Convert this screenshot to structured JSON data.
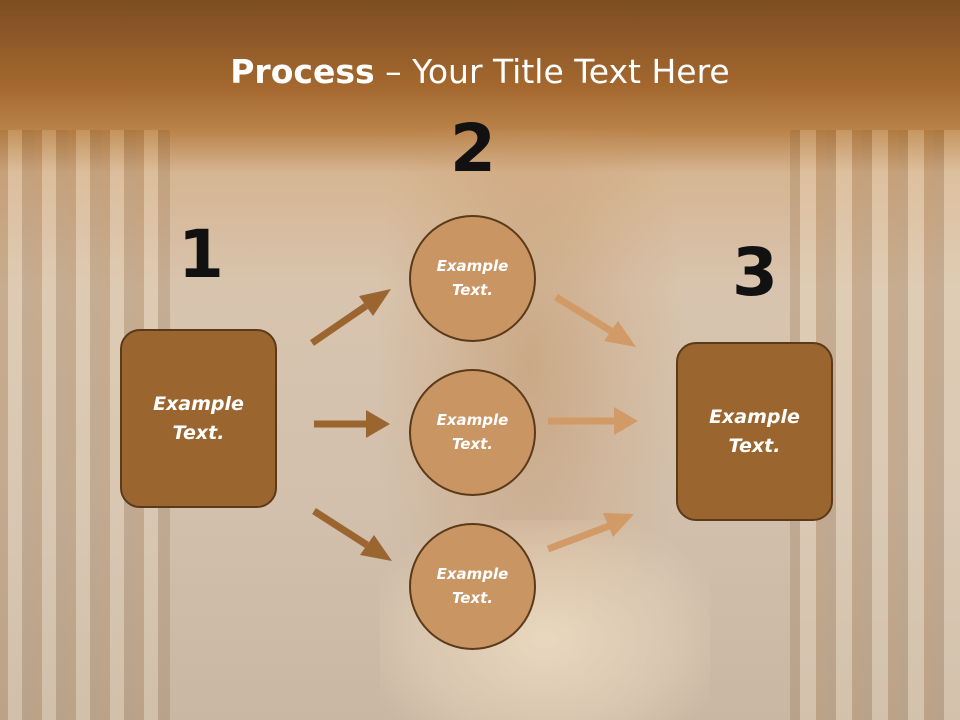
{
  "slide": {
    "title_bold": "Process",
    "title_rest": " – Your Title Text Here"
  },
  "steps": {
    "step1": {
      "number": "1",
      "line1": "Example",
      "line2": "Text."
    },
    "step2": {
      "number": "2"
    },
    "step3": {
      "number": "3",
      "line1": "Example",
      "line2": "Text."
    }
  },
  "circles": [
    {
      "line1": "Example",
      "line2": "Text."
    },
    {
      "line1": "Example",
      "line2": "Text."
    },
    {
      "line1": "Example",
      "line2": "Text."
    }
  ],
  "colors": {
    "box_fill": "#9b6530",
    "circle_fill": "#c99563",
    "arrow_dark": "#9b6530",
    "arrow_light": "#d19a66",
    "outline": "#5b3a1a"
  }
}
